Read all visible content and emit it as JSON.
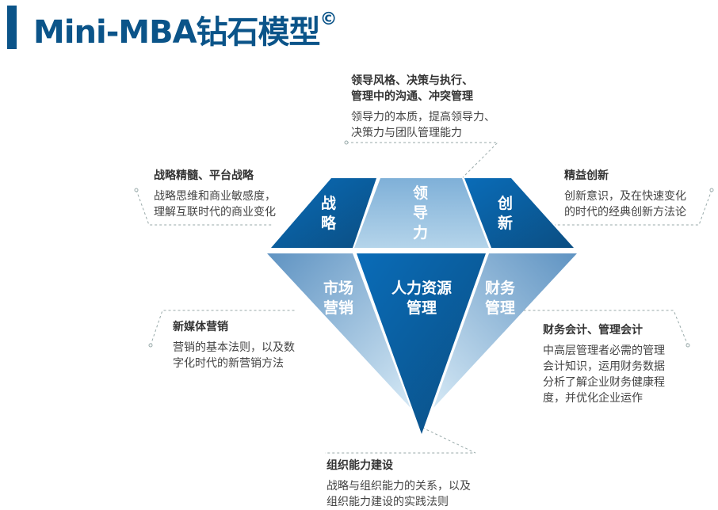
{
  "title": "Mini-MBA钻石模型",
  "title_mark": "©",
  "colors": {
    "dark": "#0b5489",
    "mid": "#1a6aa8",
    "light": "#9cc4e0"
  },
  "facets": {
    "strategy": "战\n略",
    "leadership": "领\n导\n力",
    "innovation": "创\n新",
    "marketing": "市场\n营销",
    "hr": "人力资源\n管理",
    "finance": "财务\n管理"
  },
  "blocks": {
    "leadership": {
      "heading": "领导风格、决策与执行、\n管理中的沟通、冲突管理",
      "body": "领导力的本质，提高领导力、\n决策力与团队管理能力"
    },
    "strategy": {
      "heading": "战略精髓、平台战略",
      "body": "战略思维和商业敏感度，\n理解互联时代的商业变化"
    },
    "innovation": {
      "heading": "精益创新",
      "body": "创新意识，及在快速变化\n的时代的经典创新方法论"
    },
    "marketing": {
      "heading": "新媒体营销",
      "body": "营销的基本法则，以及数\n字化时代的新营销方法"
    },
    "finance": {
      "heading": "财务会计、管理会计",
      "body": "中高层管理者必需的管理\n会计知识，运用财务数据\n分析了解企业财务健康程\n度，并优化企业运作"
    },
    "organization": {
      "heading": "组织能力建设",
      "body": "战略与组织能力的关系，以及\n组织能力建设的实践法则"
    }
  }
}
